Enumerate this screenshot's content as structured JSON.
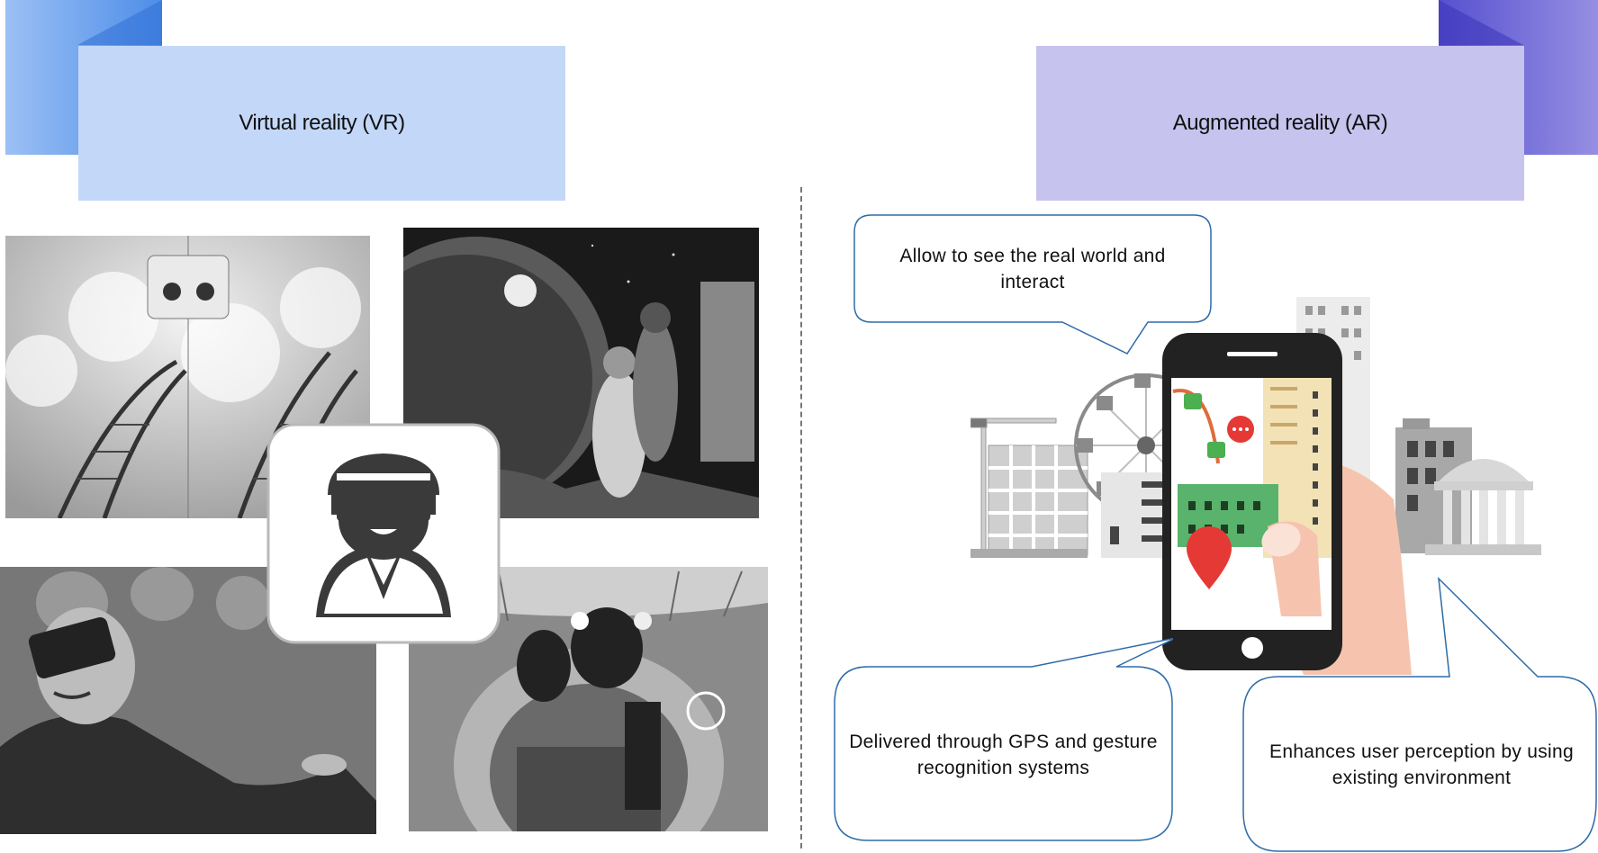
{
  "vr": {
    "title": "Virtual reality (VR)"
  },
  "ar": {
    "title": "Augmented reality (AR)",
    "bubbles": [
      "Allow  to see the real world and interact",
      "Delivered through GPS and gesture recognition systems",
      "Enhances user perception by using existing environment"
    ]
  },
  "colors": {
    "vr_accent": "#7fb0f2",
    "vr_banner": "#c3d8f8",
    "ar_accent": "#7a72da",
    "ar_banner": "#c6c3ee",
    "bubble_border": "#2f6ba8"
  }
}
